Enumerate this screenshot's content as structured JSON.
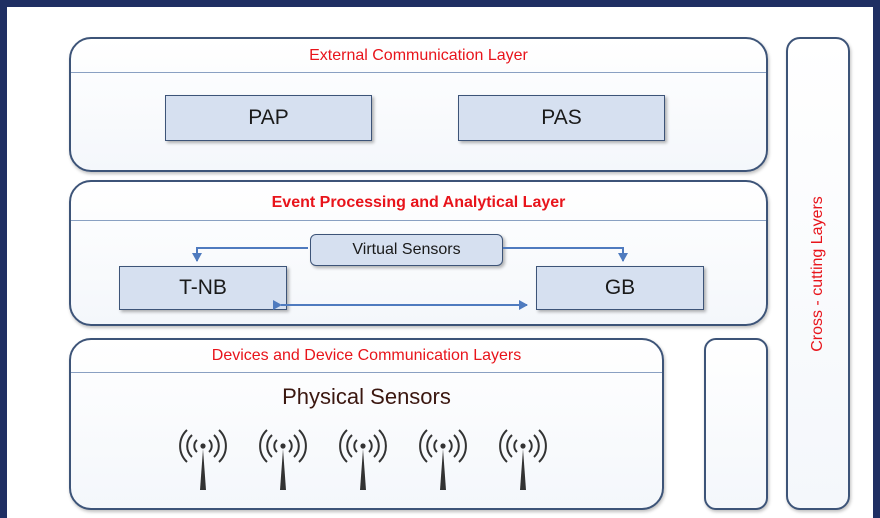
{
  "diagram": {
    "external_layer": {
      "title": "External Communication Layer",
      "boxes": [
        "PAP",
        "PAS"
      ]
    },
    "event_layer": {
      "title": "Event Processing and Analytical Layer",
      "virtual_sensors": "Virtual Sensors",
      "left_box": "T-NB",
      "right_box": "GB"
    },
    "devices_layer": {
      "title": "Devices and Device Communication Layers",
      "sensors_title": "Physical Sensors",
      "antenna_count": 5
    },
    "cross_cutting": {
      "label": "Cross - cutting Layers"
    }
  },
  "colors": {
    "frame": "#1f2f63",
    "title_red": "#e8141b",
    "box_fill": "#d6e0f0",
    "arrow": "#4f7bbf"
  }
}
